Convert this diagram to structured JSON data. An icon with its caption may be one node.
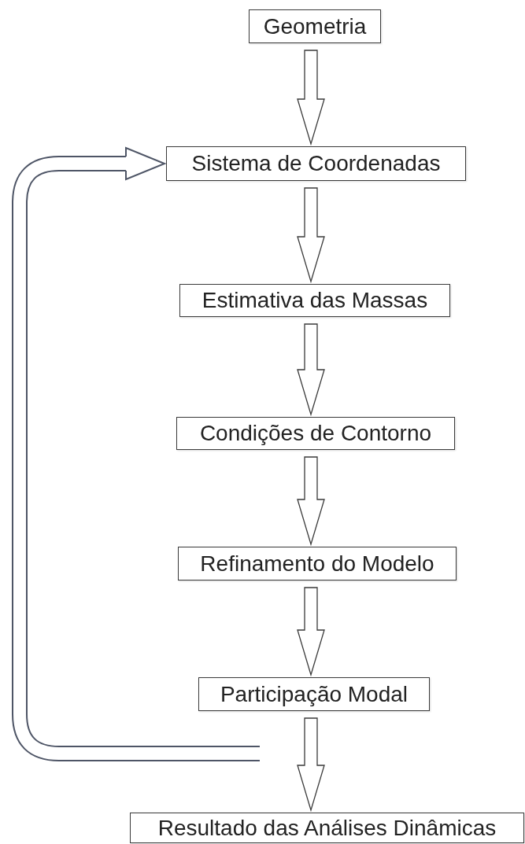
{
  "diagram": {
    "nodes": [
      {
        "text": [
          "Geometria"
        ]
      },
      {
        "text": [
          "Sistema de Coordenadas"
        ]
      },
      {
        "text": [
          "Estimativa das Massas"
        ]
      },
      {
        "text": [
          "Condições de Contorno"
        ]
      },
      {
        "text": [
          "Refinamento do Modelo"
        ]
      },
      {
        "text": [
          "Participação Modal"
        ]
      },
      {
        "text": [
          "Resultado das Análises Dinâmicas"
        ]
      }
    ],
    "edges": [
      {
        "from": 0,
        "to": 1,
        "arrow": "to"
      },
      {
        "from": 1,
        "to": 2,
        "arrow": "to"
      },
      {
        "from": 2,
        "to": 3,
        "arrow": "to"
      },
      {
        "from": 3,
        "to": 4,
        "arrow": "to"
      },
      {
        "from": 4,
        "to": 5,
        "arrow": "to"
      },
      {
        "from": 5,
        "to": 6,
        "arrow": "to"
      },
      {
        "from": null,
        "to": 1,
        "arrow": "to"
      }
    ]
  }
}
